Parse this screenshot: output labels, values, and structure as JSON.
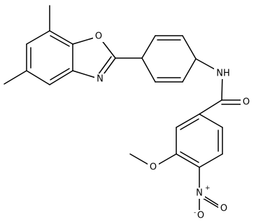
{
  "molecule": {
    "atoms": {
      "o1": "O",
      "n3": "N",
      "amide_n": "NH",
      "carbonyl_o": "O",
      "methoxy_o": "O",
      "nitro_n": "N",
      "nitro_o1": "O",
      "nitro_o2": "O"
    },
    "charges": {
      "nitro_n": "+",
      "nitro_o2": "-"
    }
  }
}
